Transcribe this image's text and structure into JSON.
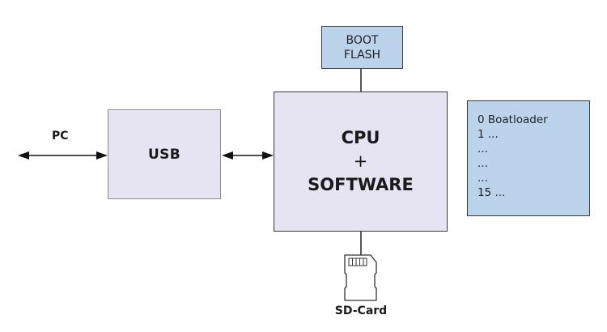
{
  "diagram": {
    "external": {
      "pc_label": "PC"
    },
    "usb": {
      "label": "USB"
    },
    "cpu": {
      "line1": "CPU",
      "line2": "+",
      "line3": "SOFTWARE"
    },
    "boot_flash": {
      "line1": "BOOT",
      "line2": "FLASH"
    },
    "slot_list": {
      "items": [
        "0 Boatloader",
        "1 ...",
        "...",
        "...",
        "...",
        "15 ..."
      ]
    },
    "sd_card": {
      "label": "SD-Card",
      "icon": "sd-card-icon"
    },
    "connections": [
      {
        "from": "PC",
        "to": "USB",
        "type": "bidirectional-arrow"
      },
      {
        "from": "USB",
        "to": "CPU + SOFTWARE",
        "type": "bidirectional-arrow"
      },
      {
        "from": "BOOT FLASH",
        "to": "CPU + SOFTWARE",
        "type": "line"
      },
      {
        "from": "CPU + SOFTWARE",
        "to": "SD-Card",
        "type": "line"
      }
    ],
    "colors": {
      "processing_block_fill": "#e6e4f2",
      "memory_block_fill": "#bcd3ec",
      "stroke": "#1a1a1a"
    }
  }
}
